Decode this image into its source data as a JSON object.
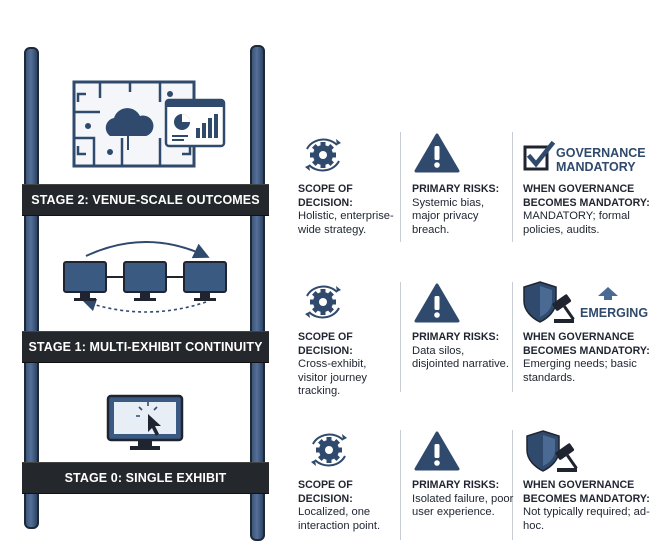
{
  "stages": [
    {
      "id": "stage-2",
      "title": "STAGE 2: VENUE-SCALE OUTCOMES"
    },
    {
      "id": "stage-1",
      "title": "STAGE 1: MULTI-EXHIBIT CONTINUITY"
    },
    {
      "id": "stage-0",
      "title": "STAGE 0: SINGLE EXHIBIT"
    }
  ],
  "rows": [
    {
      "scope": {
        "label": "SCOPE OF DECISION:",
        "text": "Holistic, enterprise-wide strategy."
      },
      "risks": {
        "label": "PRIMARY RISKS:",
        "text": "Systemic bias, major privacy breach."
      },
      "governance": {
        "label": "WHEN GOVERNANCE BECOMES MANDATORY:",
        "text": "MANDATORY; formal policies, audits.",
        "badge_line1": "GOVERNANCE",
        "badge_line2": "MANDATORY",
        "icon": "checkbox-check-icon"
      }
    },
    {
      "scope": {
        "label": "SCOPE OF DECISION:",
        "text": "Cross-exhibit, visitor journey tracking."
      },
      "risks": {
        "label": "PRIMARY RISKS:",
        "text": "Data silos, disjointed narrative."
      },
      "governance": {
        "label": "WHEN GOVERNANCE BECOMES MANDATORY:",
        "text": "Emerging needs; basic standards.",
        "badge_line1": "EMERGING",
        "icon": "shield-gavel-icon"
      }
    },
    {
      "scope": {
        "label": "SCOPE OF DECISION:",
        "text": "Localized, one interaction point."
      },
      "risks": {
        "label": "PRIMARY RISKS:",
        "text": "Isolated failure, poor user experience."
      },
      "governance": {
        "label": "WHEN GOVERNANCE BECOMES MANDATORY:",
        "text": "Not typically required; ad-hoc.",
        "icon": "shield-gavel-icon"
      }
    }
  ],
  "icons": {
    "scope": "gear-cycle-icon",
    "risk": "warning-triangle-icon",
    "stage2": "floorplan-cloud-dashboard-icon",
    "stage1": "connected-monitors-icon",
    "stage0": "monitor-cursor-icon"
  },
  "colors": {
    "navy": "#2f4a6c",
    "banner": "#24272c",
    "rail": "#3d5677"
  }
}
